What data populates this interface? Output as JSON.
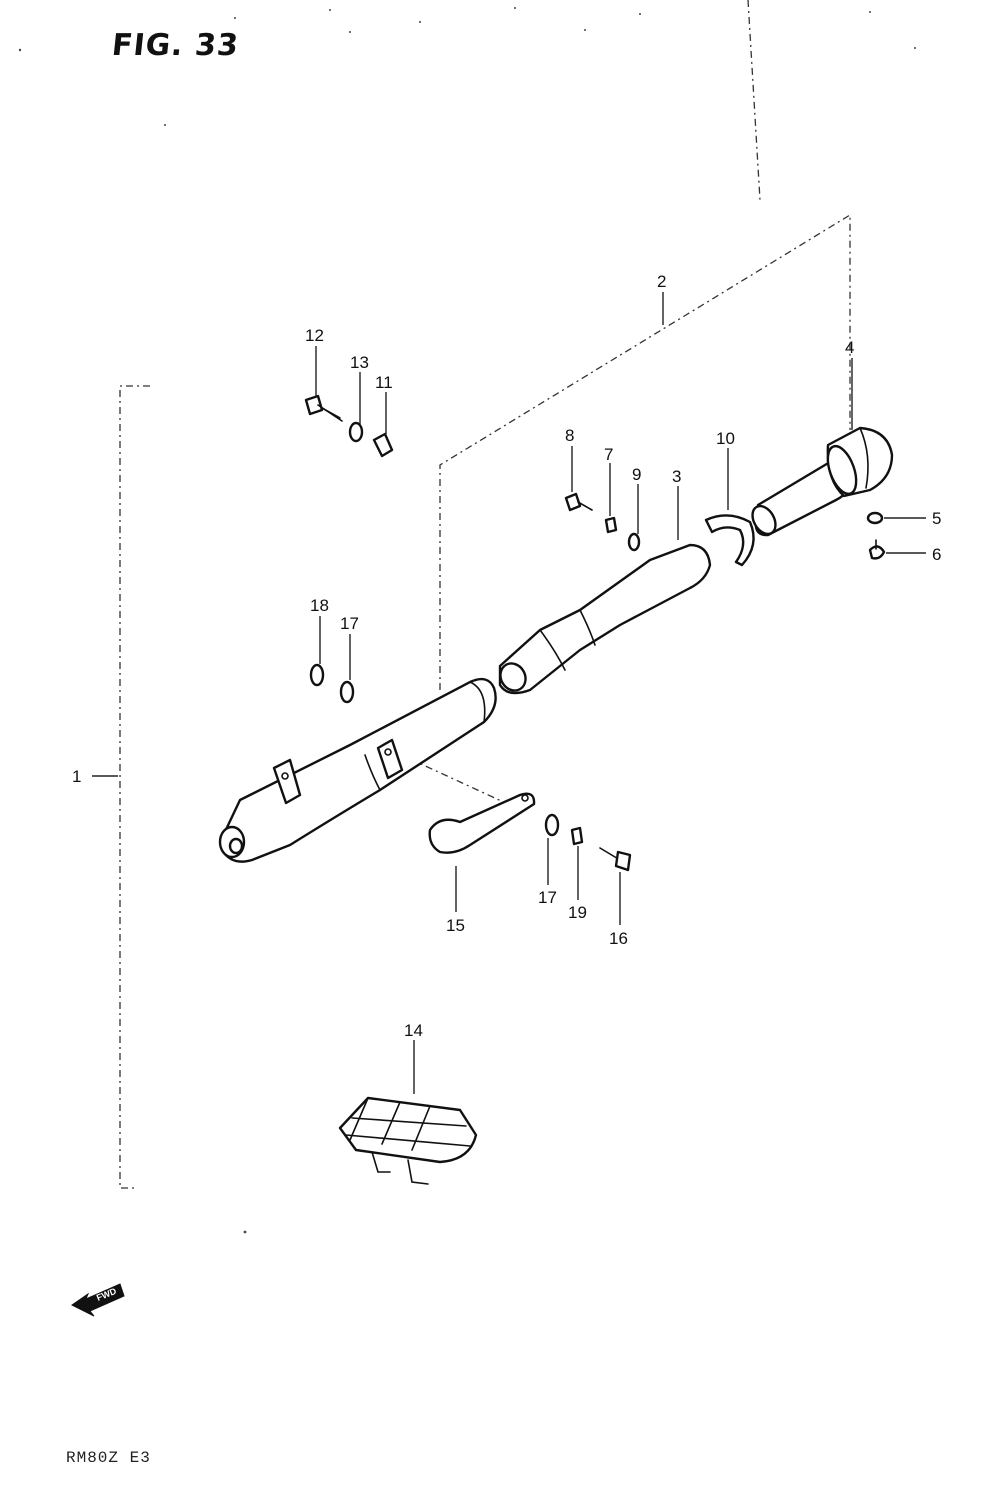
{
  "figure": {
    "title": "FIG. 33",
    "footer_code": "RM80Z E3",
    "fwd_label": "FWD"
  },
  "callouts": {
    "c1": "1",
    "c2": "2",
    "c3": "3",
    "c4": "4",
    "c5": "5",
    "c6": "6",
    "c7": "7",
    "c8": "8",
    "c9": "9",
    "c10": "10",
    "c11": "11",
    "c12": "12",
    "c13": "13",
    "c14": "14",
    "c15": "15",
    "c16": "16",
    "c17a": "17",
    "c17b": "17",
    "c18": "18",
    "c19": "19"
  }
}
